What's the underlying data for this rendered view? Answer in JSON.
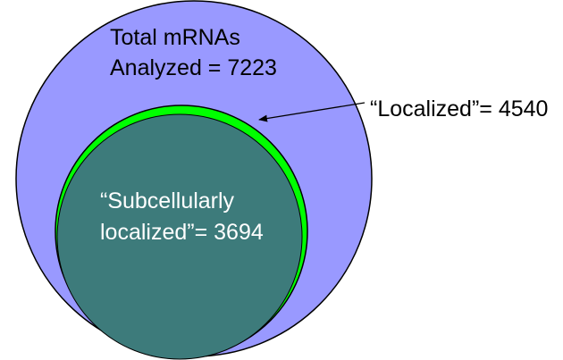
{
  "diagram": {
    "outer_circle": {
      "label_line1": "Total mRNAs",
      "label_line2": "Analyzed = 7223",
      "value": 7223,
      "color": "#9999ff"
    },
    "middle_circle": {
      "label": "“Localized”= 4540",
      "value": 4540,
      "color": "#00ff00"
    },
    "inner_circle": {
      "label_line1": "“Subcellularly",
      "label_line2": "localized”= 3694",
      "value": 3694,
      "color": "#3d7b7b"
    },
    "outline_color": "#000000"
  }
}
